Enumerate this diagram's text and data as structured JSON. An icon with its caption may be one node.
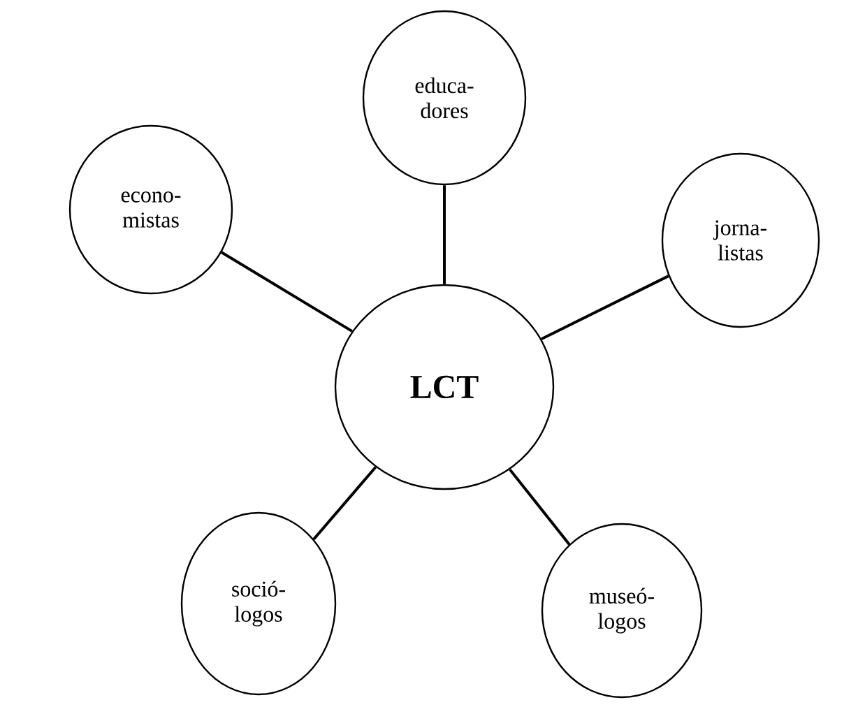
{
  "diagram": {
    "nodes": [
      {
        "text": [
          "educa- dores"
        ]
      },
      {
        "text": [
          "econo- mistas"
        ]
      },
      {
        "text": [
          "jorna- listas"
        ]
      },
      {
        "text": [
          "LCT"
        ]
      },
      {
        "text": [
          "soció- logos"
        ]
      },
      {
        "text": [
          "museó- logos"
        ]
      }
    ],
    "edges": [
      {
        "from": 3,
        "to": 0,
        "arrow": "none"
      },
      {
        "from": 3,
        "to": 1,
        "arrow": "none"
      },
      {
        "from": 3,
        "to": 2,
        "arrow": "none"
      },
      {
        "from": 3,
        "to": 4,
        "arrow": "none"
      },
      {
        "from": 3,
        "to": 5,
        "arrow": "none"
      }
    ]
  }
}
